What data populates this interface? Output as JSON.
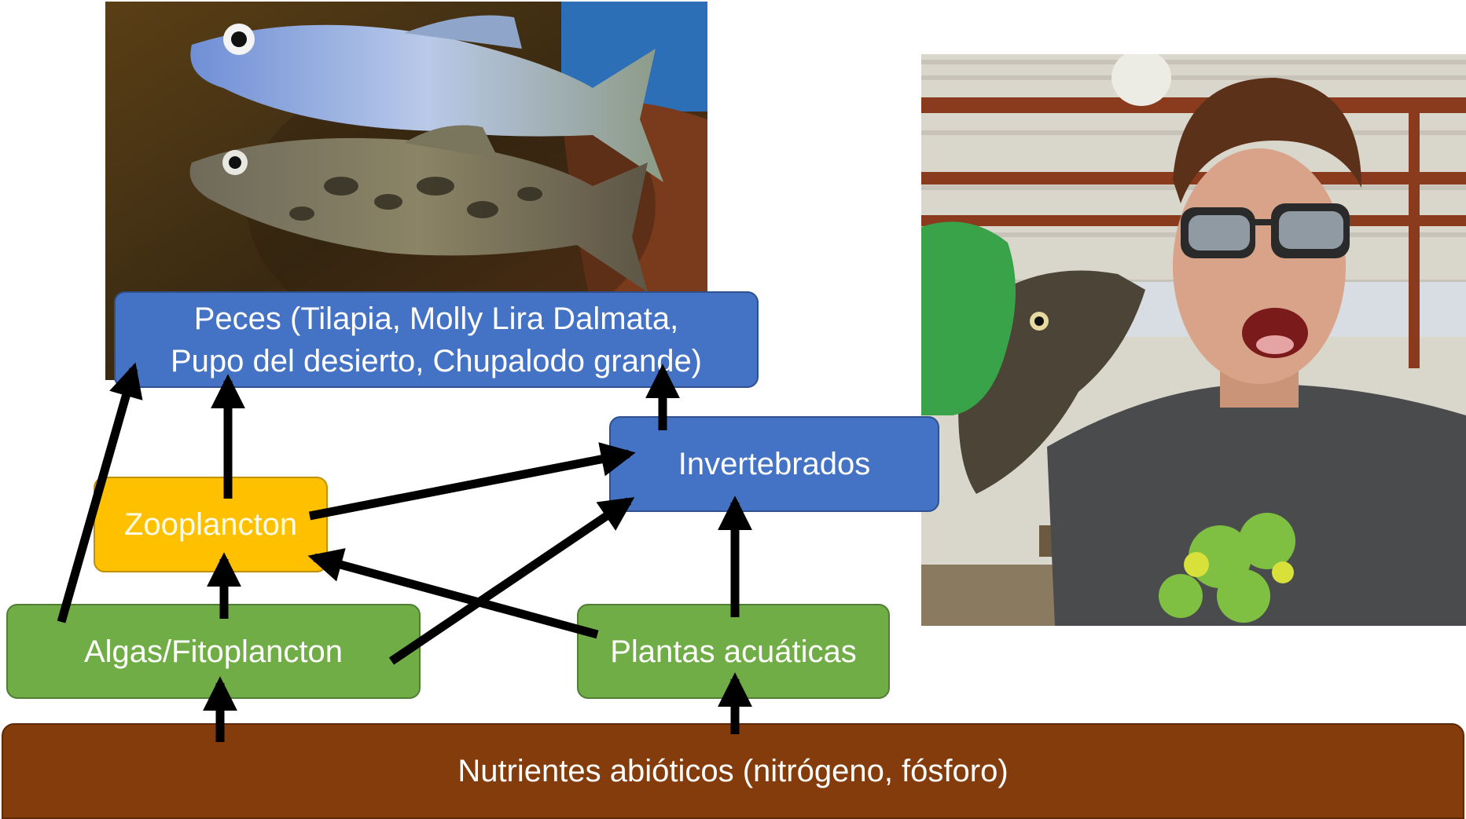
{
  "diagram": {
    "boxes": {
      "fish": "Peces (Tilapia, Molly Lira Dalmata,\nPupo del desierto, Chupalodo grande)",
      "invertebrates": "Invertebrados",
      "zooplankton": "Zooplancton",
      "algae": "Algas/Fitoplancton",
      "plants": "Plantas acuáticas",
      "nutrients": "Nutrientes abióticos (nitrógeno, fósforo)"
    },
    "colors": {
      "consumer_blue": "#4472C4",
      "zooplankton_gold": "#FFC000",
      "producer_green": "#70AD47",
      "nutrient_brown": "#843C0C",
      "arrow_black": "#000000"
    },
    "arrows": [
      {
        "from": "nutrients",
        "to": "algae"
      },
      {
        "from": "nutrients",
        "to": "plants"
      },
      {
        "from": "algae",
        "to": "zooplankton"
      },
      {
        "from": "algae",
        "to": "fish"
      },
      {
        "from": "algae",
        "to": "invertebrates"
      },
      {
        "from": "zooplankton",
        "to": "fish"
      },
      {
        "from": "zooplankton",
        "to": "invertebrates"
      },
      {
        "from": "plants",
        "to": "zooplankton"
      },
      {
        "from": "plants",
        "to": "invertebrates"
      },
      {
        "from": "invertebrates",
        "to": "fish"
      }
    ]
  },
  "images": {
    "fish_photo": "two-desert-fish-photo",
    "person_photo": "person-holding-fish-photo"
  }
}
